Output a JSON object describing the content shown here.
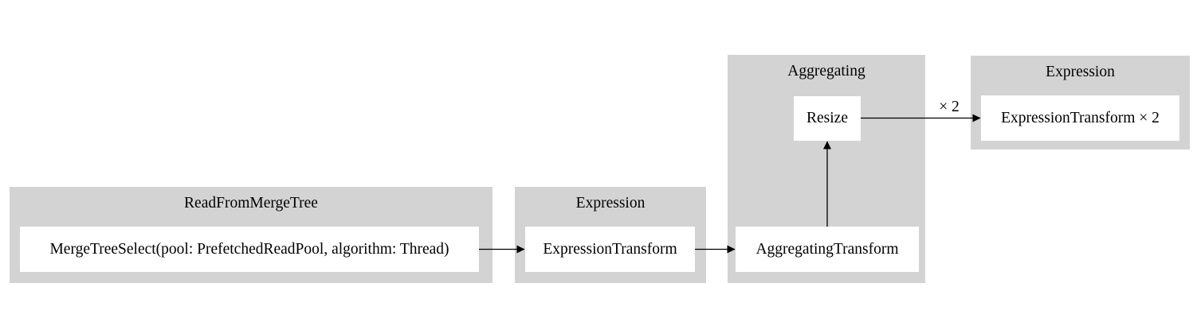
{
  "diagram": {
    "kind": "query-pipeline-graph",
    "colors": {
      "background": "#ffffff",
      "cluster_fill": "#d3d3d3",
      "node_fill": "#ffffff",
      "edge": "#000000",
      "text": "#000000"
    },
    "clusters": [
      {
        "title": "ReadFromMergeTree",
        "nodes": [
          {
            "label": "MergeTreeSelect(pool: PrefetchedReadPool, algorithm: Thread)"
          }
        ]
      },
      {
        "title": "Expression",
        "nodes": [
          {
            "label": "ExpressionTransform"
          }
        ]
      },
      {
        "title": "Aggregating",
        "nodes": [
          {
            "label": "Resize"
          },
          {
            "label": "AggregatingTransform"
          }
        ]
      },
      {
        "title": "Expression",
        "nodes": [
          {
            "label": "ExpressionTransform × 2"
          }
        ]
      }
    ],
    "edges": [
      {
        "from": "MergeTreeSelect(pool: PrefetchedReadPool, algorithm: Thread)",
        "to": "ExpressionTransform",
        "label": ""
      },
      {
        "from": "ExpressionTransform",
        "to": "AggregatingTransform",
        "label": ""
      },
      {
        "from": "AggregatingTransform",
        "to": "Resize",
        "label": ""
      },
      {
        "from": "Resize",
        "to": "ExpressionTransform × 2",
        "label": "× 2"
      }
    ]
  }
}
